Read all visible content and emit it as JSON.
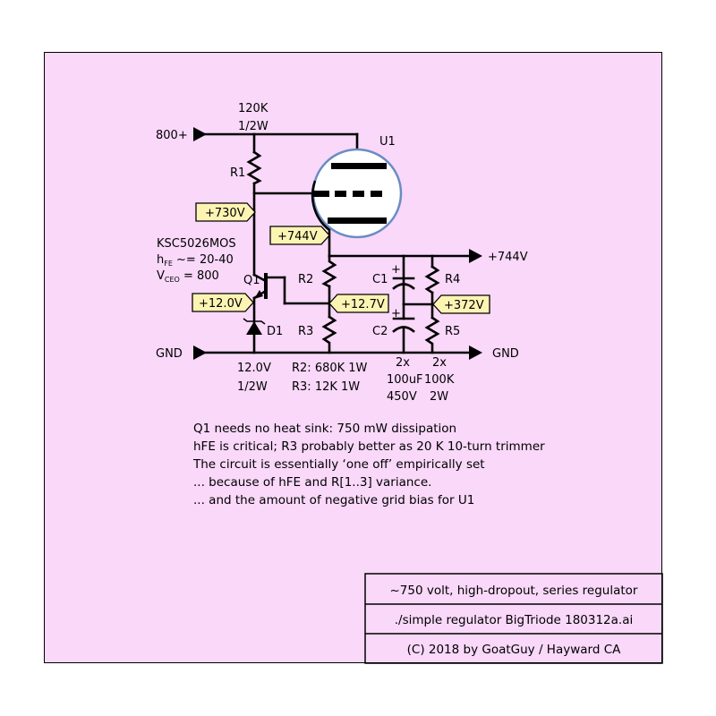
{
  "colors": {
    "background": "#f9d8f9",
    "voltage_tag_fill": "#fdf4b4",
    "tube_envelope": "#6a8cc4",
    "ink": "#000000"
  },
  "schematic": {
    "rail_in": "800+",
    "r1_value": "120K",
    "r1_power": "1/2W",
    "r1": "R1",
    "tube": "U1",
    "transistor_part": "KSC5026MOS",
    "hfe_sym": "h",
    "hfe_sub": "FE",
    "hfe_val": " ~= 20-40",
    "vceo_sym": "V",
    "vceo_sub": "CEO",
    "vceo_val": " = 800",
    "q1": "Q1",
    "d1": "D1",
    "r2": "R2",
    "r3": "R3",
    "r4": "R4",
    "r5": "R5",
    "c1": "C1",
    "c2": "C2",
    "out_label": "+744V",
    "gnd_left": "GND",
    "gnd_right": "GND",
    "tag_730": "+730V",
    "tag_744": "+744V",
    "tag_12_0": "+12.0V",
    "tag_12_7": "+12.7V",
    "tag_372": "+372V",
    "d1_spec_1": "12.0V",
    "d1_spec_2": "1/2W",
    "r2_spec": "R2: 680K 1W",
    "r3_spec": "R3:   12K 1W",
    "cap_spec_1": "2x",
    "cap_spec_2": "100uF",
    "cap_spec_3": "450V",
    "res_spec_1": "2x",
    "res_spec_2": "100K",
    "res_spec_3": "2W",
    "plus": "+"
  },
  "notes": [
    "Q1 needs no heat sink: 750 mW dissipation",
    "hFE is critical; R3 probably better as 20 K 10-turn trimmer",
    "The circuit is essentially ‘one off’ empirically set",
    "... because of hFE and R[1..3] variance.",
    "... and the amount of negative grid bias for U1"
  ],
  "title_block": {
    "line1": "~750 volt, high-dropout, series regulator",
    "line2": "./simple regulator BigTriode 180312a.ai",
    "line3": "(C) 2018 by GoatGuy / Hayward CA"
  }
}
